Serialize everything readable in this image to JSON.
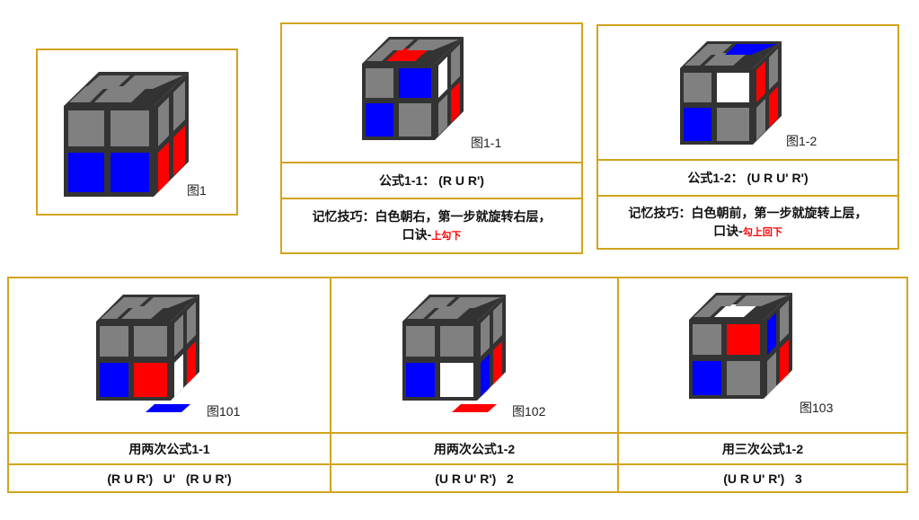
{
  "figures": {
    "fig1": {
      "label": "图1"
    },
    "fig1_1": {
      "label": "图1-1",
      "formula": "公式1-1：  (R U R')",
      "tip_line1": "记忆技巧：白色朝右，第一步就旋转右层，",
      "tip_prefix": "口诀-",
      "tip_red": "上勾下"
    },
    "fig1_2": {
      "label": "图1-2",
      "formula": "公式1-2：  (U R U' R')",
      "tip_line1": "记忆技巧：白色朝前，第一步就旋转上层，",
      "tip_prefix": "口诀-",
      "tip_red": "勾上回下"
    }
  },
  "table": {
    "columns": [
      {
        "label": "图101",
        "title": "用两次公式1-1",
        "formula": "(R U R')   U'   (R U R')"
      },
      {
        "label": "图102",
        "title": "用两次公式1-2",
        "formula": "(U R U' R')   2"
      },
      {
        "label": "图103",
        "title": "用三次公式1-2",
        "formula": "(U R U' R')   3"
      }
    ]
  },
  "colors": {
    "gray": "#808080",
    "blue": "#0000ff",
    "red": "#ff0000",
    "white": "#ffffff",
    "outline": "#333333",
    "border": "#d1a41d"
  }
}
